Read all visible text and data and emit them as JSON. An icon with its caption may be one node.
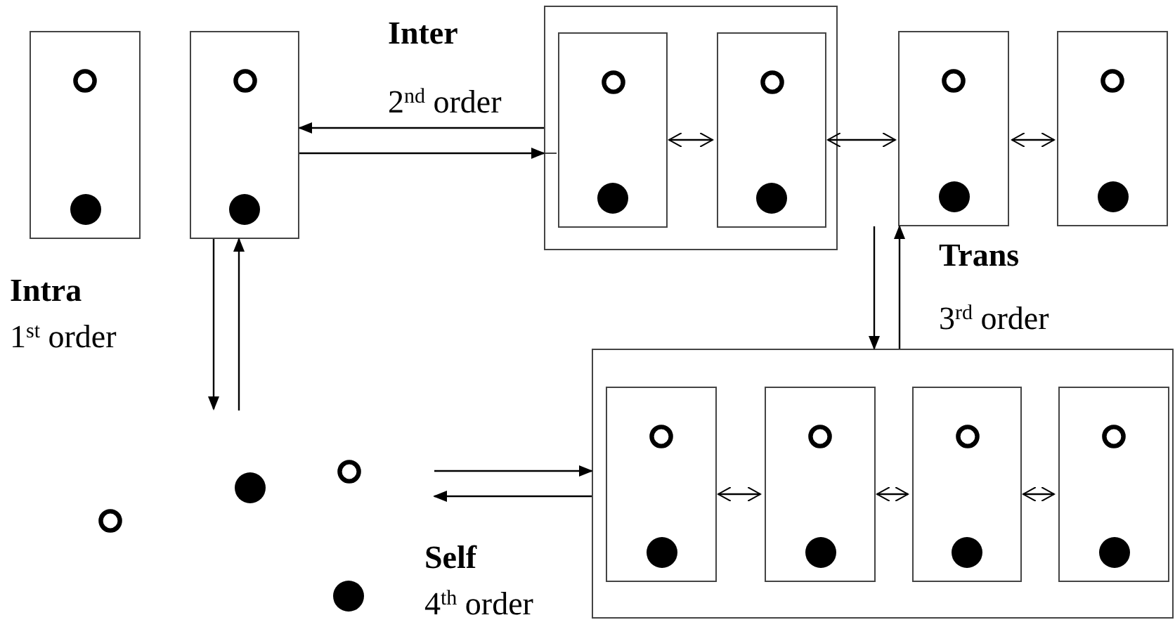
{
  "diagram": {
    "nodes": [
      {
        "text": [],
        "shape": "box"
      },
      {
        "text": [],
        "shape": "box"
      },
      {
        "text": [],
        "shape": "box"
      },
      {
        "text": [],
        "shape": "box",
        "in": 2
      },
      {
        "text": [],
        "shape": "box",
        "in": 2
      },
      {
        "text": [],
        "shape": "box"
      },
      {
        "text": [],
        "shape": "box"
      },
      {
        "text": [],
        "shape": "box"
      },
      {
        "text": [],
        "shape": "box",
        "in": 7
      },
      {
        "text": [],
        "shape": "box",
        "in": 7
      },
      {
        "text": [],
        "shape": "box",
        "in": 7
      },
      {
        "text": [],
        "shape": "box",
        "in": 7
      }
    ],
    "edges": [
      {
        "from": 2,
        "to": 1,
        "arrow": "to"
      },
      {
        "from": 1,
        "to": 2,
        "arrow": "to"
      },
      {
        "from": 3,
        "to": 4,
        "arrow": "both"
      },
      {
        "from": 4,
        "to": 5,
        "arrow": "both"
      },
      {
        "from": 5,
        "to": 6,
        "arrow": "both"
      },
      {
        "from": 1,
        "to": null,
        "arrow": "to"
      },
      {
        "from": null,
        "to": 1,
        "arrow": "to"
      },
      {
        "from": 5,
        "to": 7,
        "arrow": "to"
      },
      {
        "from": 7,
        "to": 5,
        "arrow": "to"
      },
      {
        "from": null,
        "to": 7,
        "arrow": "to"
      },
      {
        "from": 7,
        "to": null,
        "arrow": "to"
      },
      {
        "from": 8,
        "to": 9,
        "arrow": "both"
      },
      {
        "from": 9,
        "to": 10,
        "arrow": "both"
      },
      {
        "from": 10,
        "to": 11,
        "arrow": "both"
      }
    ],
    "labels": [
      "Inter",
      "2$^{nd}$ order",
      "Intra",
      "1$^{st}$ order",
      "Trans",
      "3$^{rd}$ order",
      "Self",
      "4$^{th}$ order"
    ]
  }
}
